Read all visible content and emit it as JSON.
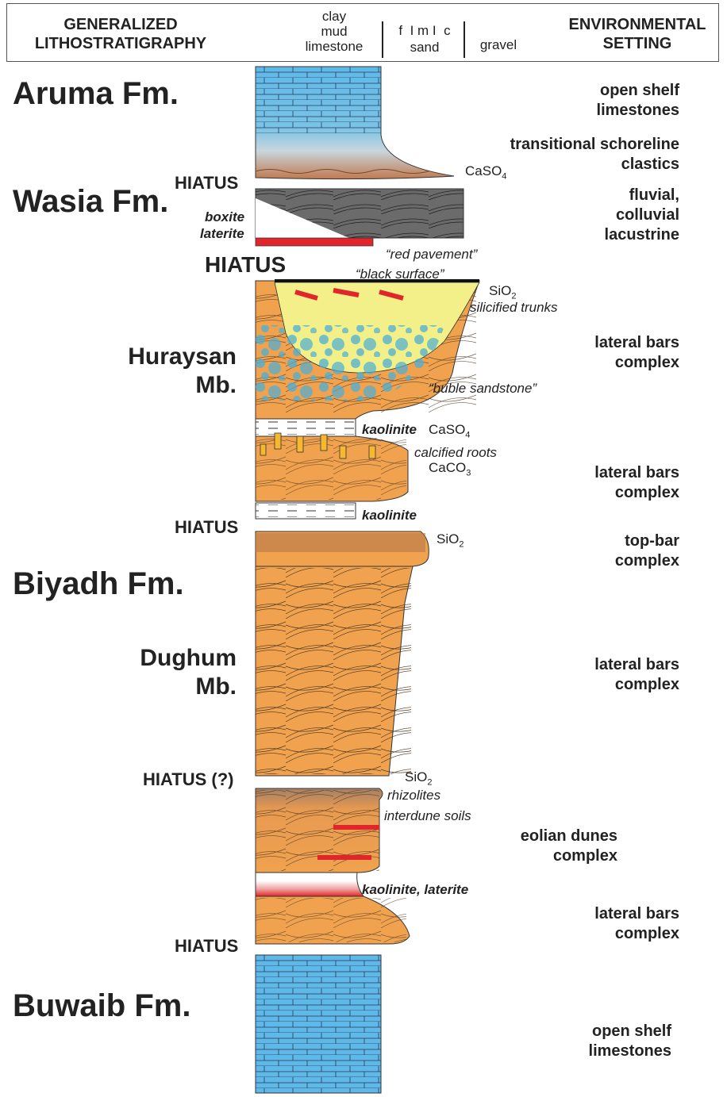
{
  "header": {
    "left_title": "GENERALIZED\nLITHOSTRATIGRAPHY",
    "grain_fine": "clay\nmud\nlimestone",
    "grain_sand_scale": "f  I m I  c",
    "grain_sand": "sand",
    "grain_gravel": "gravel",
    "right_title": "ENVIRONMENTAL\nSETTING"
  },
  "formations": {
    "aruma": "Aruma Fm.",
    "wasia": "Wasia Fm.",
    "biyadh": "Biyadh Fm.",
    "buwaib": "Buwaib Fm."
  },
  "members": {
    "huraysan": "Huraysan\nMb.",
    "dughum": "Dughum\nMb."
  },
  "hiatus": {
    "h1": "HIATUS",
    "h2": "HIATUS",
    "h3": "HIATUS",
    "h4": "HIATUS (?)",
    "h5": "HIATUS"
  },
  "environments": {
    "e1": "open shelf\nlimestones",
    "e2": "transitional schoreline\nclastics",
    "e3": "fluvial,\ncolluvial\nlacustrine",
    "e4": "lateral bars\ncomplex",
    "e5": "lateral bars\ncomplex",
    "e6": "top-bar\ncomplex",
    "e7": "lateral bars\ncomplex",
    "e8": "eolian dunes\ncomplex",
    "e9": "lateral bars\ncomplex",
    "e10": "open shelf\nlimestones"
  },
  "annotations": {
    "caso4_top": "CaSO",
    "caso4_top_sub": "4",
    "boxite": "boxite",
    "laterite": "laterite",
    "red_pavement": "“red pavement”",
    "black_surface": "“black surface”",
    "sio2_a": "SiO",
    "sio2_a_sub": "2",
    "silicified": "silicified trunks",
    "buble": "“buble sandstone”",
    "kaolinite1": "kaolinite",
    "caso4_mid": "CaSO",
    "caso4_mid_sub": "4",
    "calcified": "calcified roots",
    "caco3": "CaCO",
    "caco3_sub": "3",
    "kaolinite2": "kaolinite",
    "sio2_b": "SiO",
    "sio2_b_sub": "2",
    "sio2_c": "SiO",
    "sio2_c_sub": "2",
    "rhizolites": "rhizolites",
    "interdune": "interdune soils",
    "kaolinite_laterite": "kaolinite, laterite"
  },
  "colors": {
    "limestone": "#5fb8e8",
    "sand": "#f0a24f",
    "dark": "#6b6b6b",
    "yellow": "#f3f08a",
    "red": "#e0262a",
    "kaolinite": "#ffffff",
    "brown": "#a0785a"
  }
}
